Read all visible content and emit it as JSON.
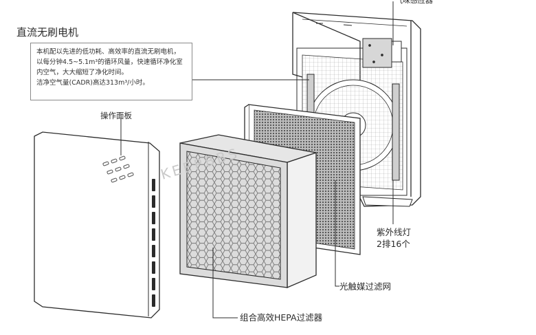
{
  "labels": {
    "motor_title": "直流无刷电机",
    "sensor": "气味感应器",
    "panel": "操作面板",
    "uv_line1": "紫外线灯",
    "uv_line2": "2排16个",
    "photocatalyst": "光触媒过滤网",
    "hepa": "组合高效HEPA过滤器"
  },
  "callout": {
    "line1": "本机配以先进的低功耗、高效率的直流无刷电机，以每分钟4.5~5.1m³的循环风量，快速循环净化室内空气，大大缩短了净化时间。",
    "line2": "洁净空气量(CADR)高达313m³/小时。"
  },
  "watermark": "KEEPBBS",
  "colors": {
    "line": "#2b2b2b",
    "frame_fill": "#ffffff",
    "hepa_frame": "#dcdcdc",
    "mesh": "#6f6f6f"
  }
}
